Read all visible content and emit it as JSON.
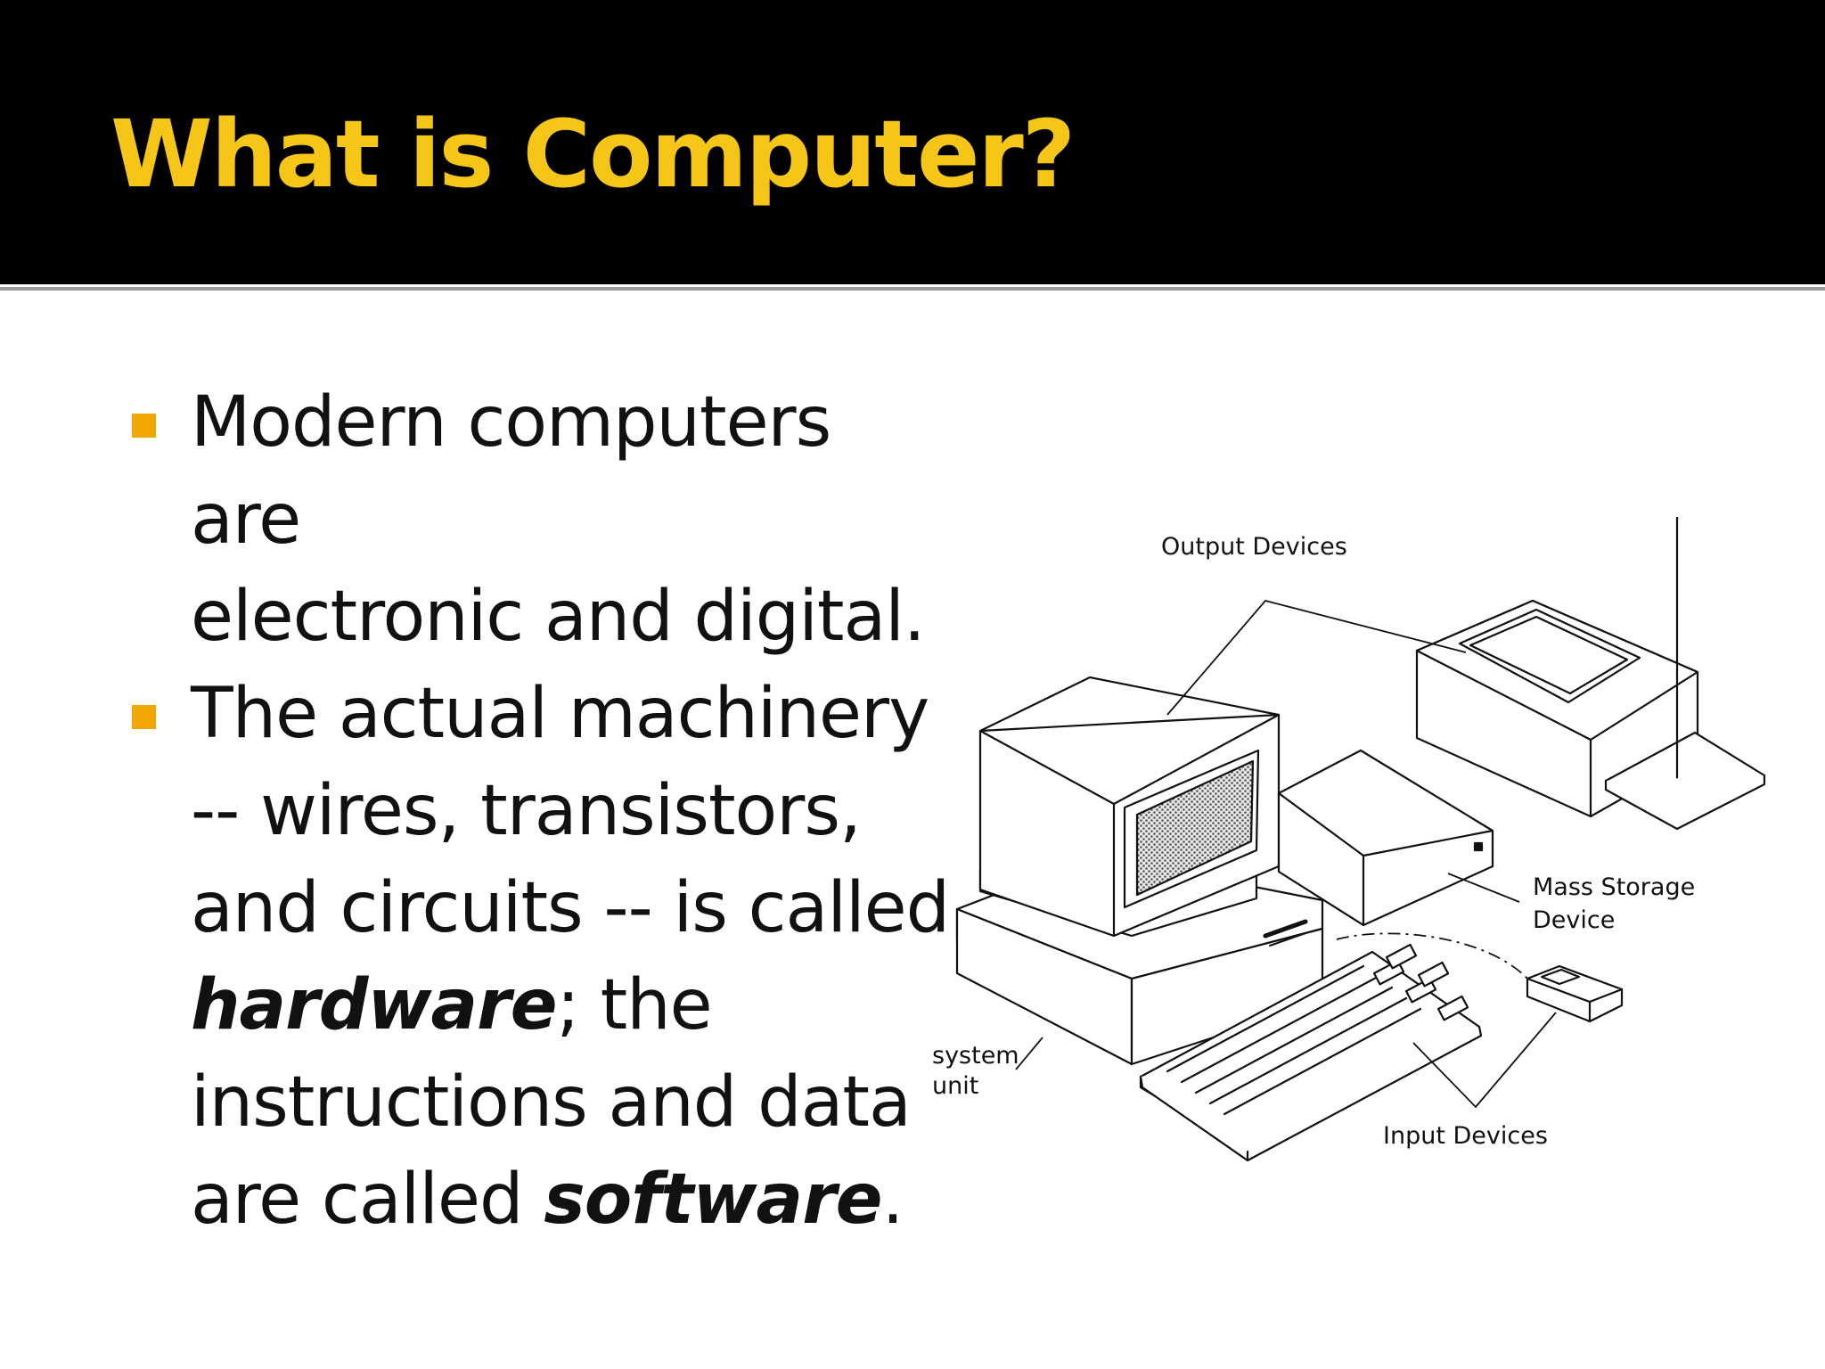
{
  "slide": {
    "title": "What is Computer?",
    "bullets": [
      {
        "text": "Modern computers are\nelectronic and digital."
      },
      {
        "intro": " The actual machinery\n-- wires, transistors,\nand circuits -- is called\n",
        "term1": "hardware",
        "middle": "; the\ninstructions and data\nare called ",
        "term2": "software",
        "end": "."
      }
    ]
  },
  "diagram": {
    "labels": {
      "output_devices": "Output Devices",
      "mass_storage_line1": "Mass Storage",
      "mass_storage_line2": "Device",
      "system_unit_line1": "system",
      "system_unit_line2": "unit",
      "input_devices": "Input Devices"
    }
  },
  "colors": {
    "title_bar": "#000000",
    "title_text": "#f5c518",
    "bullet_marker": "#f0a800"
  }
}
